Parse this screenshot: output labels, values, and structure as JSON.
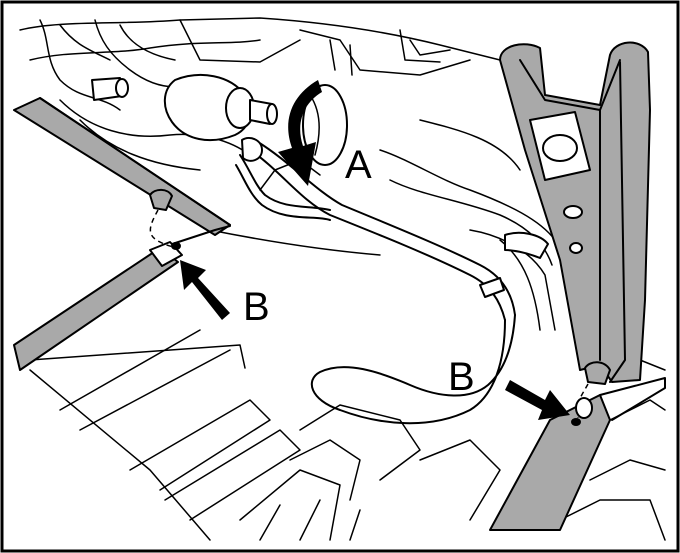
{
  "labels": {
    "a": "A",
    "b_left": "B",
    "b_right": "B"
  },
  "colors": {
    "frame": "#000000",
    "background": "#ffffff",
    "metal_part": "#a9a9a9",
    "arrow": "#000000"
  }
}
